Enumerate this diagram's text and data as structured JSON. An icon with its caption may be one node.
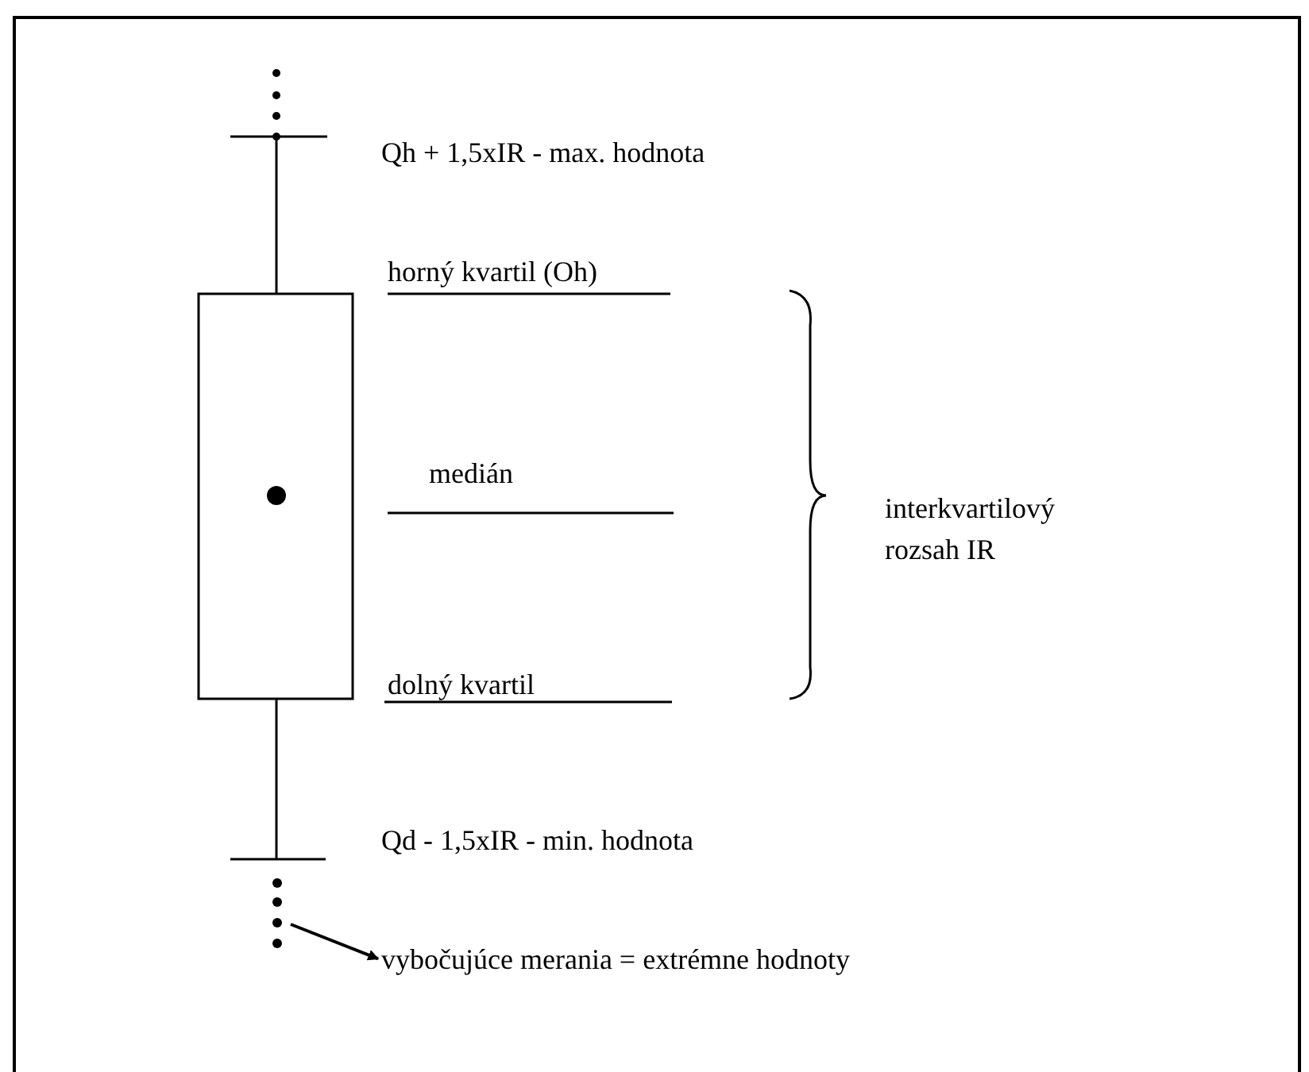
{
  "diagram": {
    "nodes": [
      {
        "text": [],
        "shape": "dots"
      },
      {
        "text": [
          "vybočujúce merania = extrémne hodnoty"
        ]
      }
    ],
    "edges": [
      {
        "from": 0,
        "to": 1,
        "arrow": "to"
      }
    ],
    "labels": [
      "Qh + 1,5xIR - max. hodnota",
      "horný kvartil (Oh)",
      "medián",
      "interkvartilový rozsah IR",
      "dolný kvartil",
      "Qd - 1,5xIR - min. hodnota"
    ]
  }
}
